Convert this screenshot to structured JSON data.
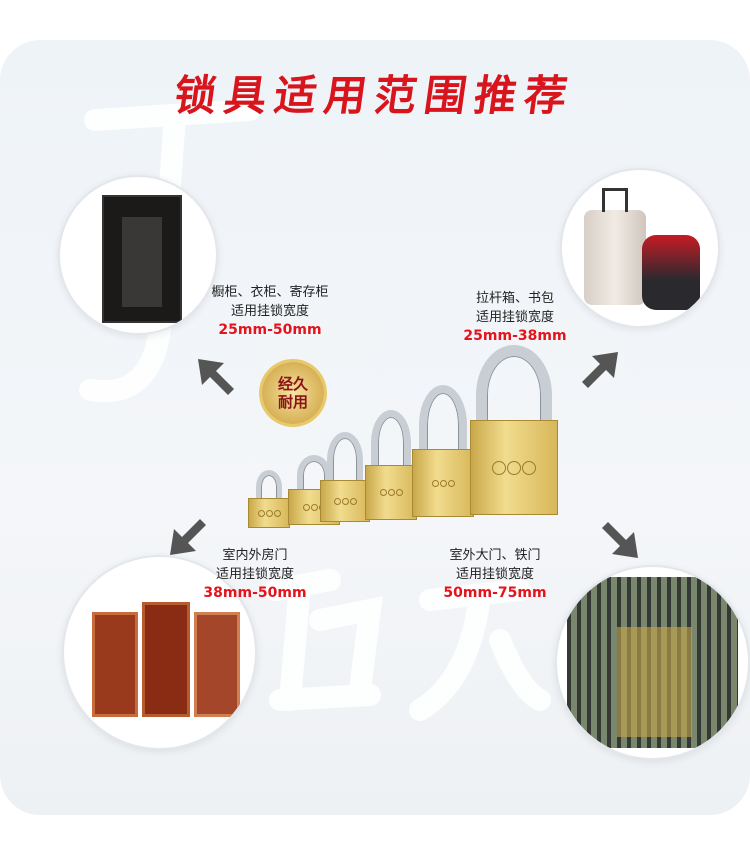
{
  "title": "锁具适用范围推荐",
  "watermark": "鸿办",
  "badge": {
    "line1": "经久",
    "line2": "耐用"
  },
  "scenarios": [
    {
      "name": "橱柜、衣柜、寄存柜",
      "label": "适用挂锁宽度",
      "range": "25mm-50mm",
      "image": "wardrobe"
    },
    {
      "name": "拉杆箱、书包",
      "label": "适用挂锁宽度",
      "range": "25mm-38mm",
      "image": "luggage-and-backpack"
    },
    {
      "name": "室内外房门",
      "label": "适用挂锁宽度",
      "range": "38mm-50mm",
      "image": "wooden-doors"
    },
    {
      "name": "室外大门、铁门",
      "label": "适用挂锁宽度",
      "range": "50mm-75mm",
      "image": "iron-gate"
    }
  ],
  "colors": {
    "title": "#d8141c",
    "range": "#e3141c",
    "brass": "#e6c86c"
  }
}
